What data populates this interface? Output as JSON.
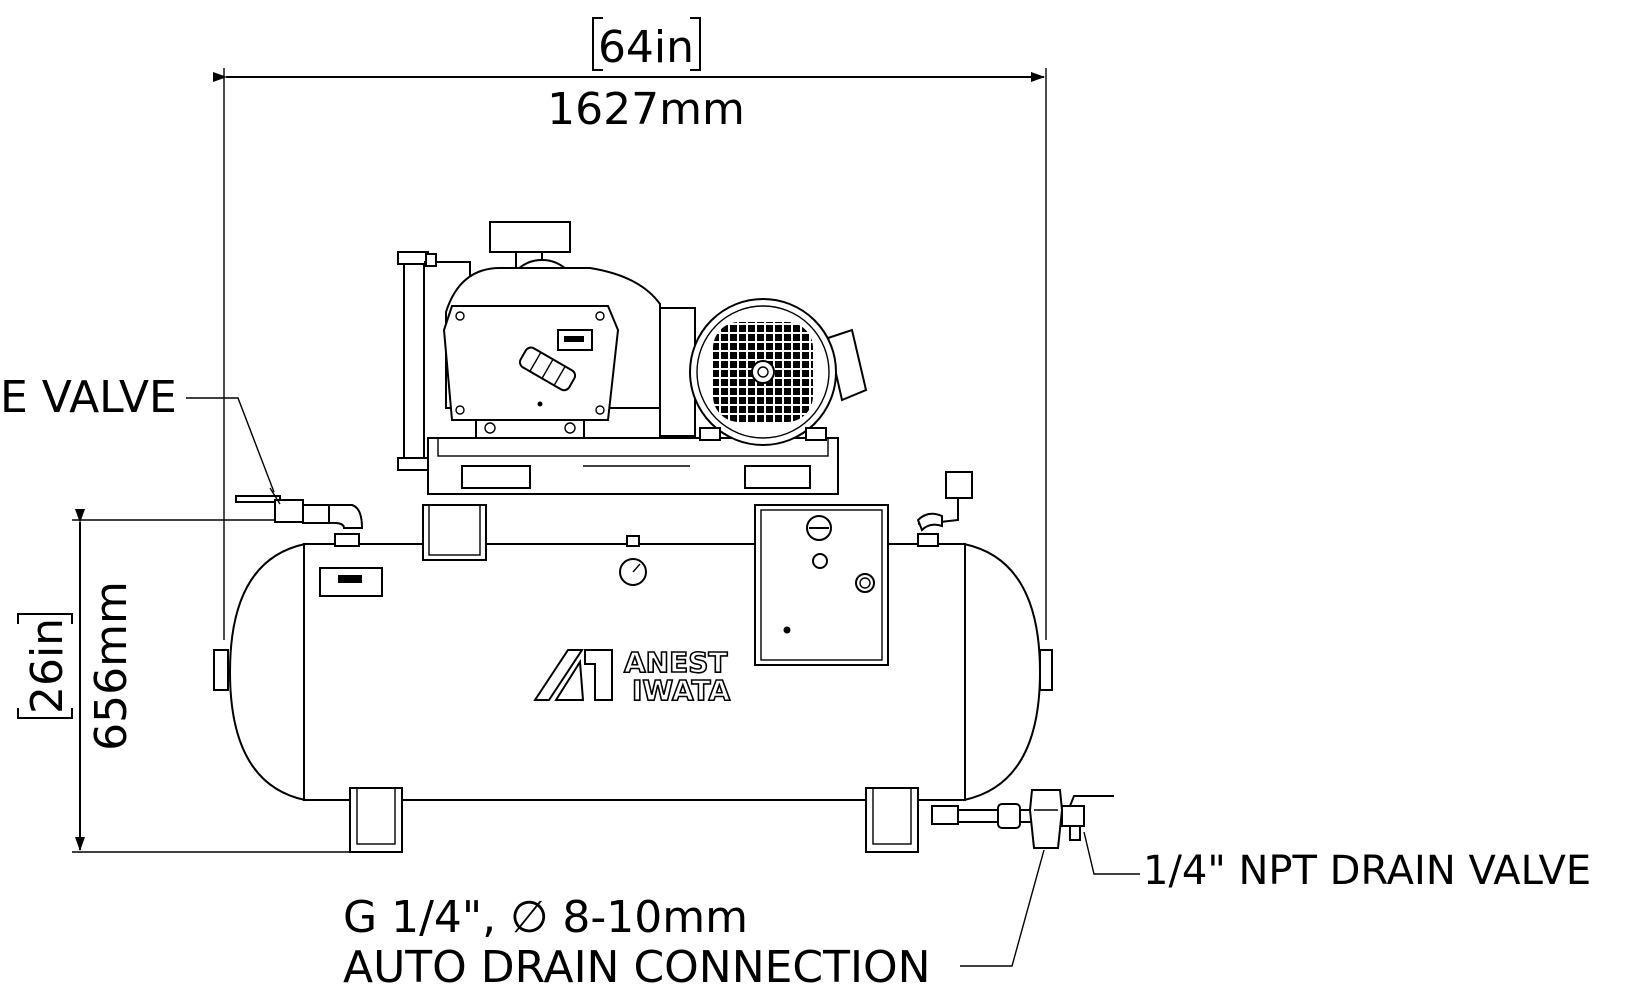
{
  "dimensions": {
    "width_in": "64in",
    "width_mm": "1627mm",
    "height_in": "26in",
    "height_mm": "656mm"
  },
  "callouts": {
    "safety_valve": "E VALVE",
    "drain_valve": "1/4\" NPT DRAIN VALVE",
    "auto_drain_line1": "G 1/4\",  ∅ 8-10mm",
    "auto_drain_line2": "AUTO DRAIN CONNECTION"
  },
  "logo": {
    "line1": "ANEST",
    "line2": "IWATA"
  }
}
